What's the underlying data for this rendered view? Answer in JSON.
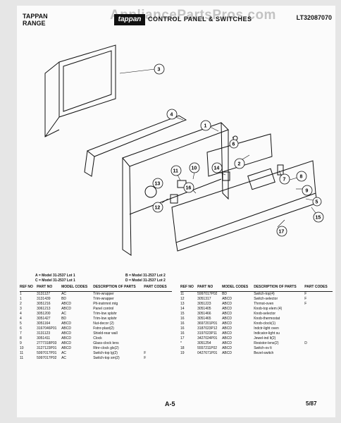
{
  "header": {
    "brand": "TAPPAN RANGE",
    "logo_text": "tappan",
    "title": "CONTROL PANEL & SWITCHES",
    "model_number": "LT32087070",
    "watermark": "AppliancePartsPros.com"
  },
  "diagram": {
    "callouts": [
      "3",
      "4",
      "1",
      "6",
      "2",
      "13",
      "11",
      "10",
      "14",
      "7",
      "8",
      "9",
      "5",
      "15",
      "17",
      "12",
      "16"
    ]
  },
  "legend": [
    "A = Model 31-2537 Lot 1",
    "B = Model 31-2537 Lot 2",
    "C = Model 31-2537 Lot 1",
    "D = Model 31-2537 Lot 2"
  ],
  "table_headers": [
    "REF NO",
    "PART NO",
    "MODEL CODES",
    "DESCRIPTION OF PARTS",
    "PART CODES"
  ],
  "parts_left": [
    {
      "ref": "1",
      "part": "3131127",
      "model": "AC",
      "desc": "Trim-wrapper",
      "code": ""
    },
    {
      "ref": "1",
      "part": "3131439",
      "model": "BD",
      "desc": "Trim-wrapper",
      "code": ""
    },
    {
      "ref": "2",
      "part": "3051216",
      "model": "ABCD",
      "desc": "Plt-instrmnt mtg",
      "code": ""
    },
    {
      "ref": "3",
      "part": "3061213",
      "model": "ABCD",
      "desc": "Panel control",
      "code": ""
    },
    {
      "ref": "4",
      "part": "3051200",
      "model": "AC",
      "desc": "Trim-low splshr",
      "code": ""
    },
    {
      "ref": "4",
      "part": "3051427",
      "model": "BD",
      "desc": "Trim-low splshr",
      "code": ""
    },
    {
      "ref": "5",
      "part": "3051164",
      "model": "ABCD",
      "desc": "Nut-decor (2)",
      "code": ""
    },
    {
      "ref": "6",
      "part": "3167046P01",
      "model": "ABCD",
      "desc": "Fstnr-plast(2)",
      "code": ""
    },
    {
      "ref": "7",
      "part": "3131123",
      "model": "ABCD",
      "desc": "Shield-rear wall",
      "code": ""
    },
    {
      "ref": "8",
      "part": "3051411",
      "model": "ABCD",
      "desc": "Clock",
      "code": ""
    },
    {
      "ref": "9",
      "part": "2777318P03",
      "model": "ABCD",
      "desc": "Glass-clock lens",
      "code": ""
    },
    {
      "ref": "10",
      "part": "3127123P01",
      "model": "ABCD",
      "desc": "Rtnr-clock gls(2)",
      "code": ""
    },
    {
      "ref": "11",
      "part": "5997017P01",
      "model": "AC",
      "desc": "Switch-top lg(2)",
      "code": "F"
    },
    {
      "ref": "11",
      "part": "5997017P02",
      "model": "AC",
      "desc": "Switch-top sm(2)",
      "code": "F"
    }
  ],
  "parts_right": [
    {
      "ref": "11",
      "part": "5997017P02",
      "model": "BD",
      "desc": "Switch-top(4)",
      "code": "F"
    },
    {
      "ref": "12",
      "part": "3051317",
      "model": "ABCD",
      "desc": "Switch-selector",
      "code": "F"
    },
    {
      "ref": "13",
      "part": "3051223",
      "model": "ABCD",
      "desc": "Thrmst-oven",
      "code": "F"
    },
    {
      "ref": "14",
      "part": "3051405",
      "model": "ABCD",
      "desc": "Knob-top elem (4)",
      "code": ""
    },
    {
      "ref": "15",
      "part": "3051466",
      "model": "ABCD",
      "desc": "Knob-selector",
      "code": ""
    },
    {
      "ref": "16",
      "part": "3051465",
      "model": "ABCD",
      "desc": "Knob-thermostat",
      "code": ""
    },
    {
      "ref": "16",
      "part": "3697201P01",
      "model": "ABCD",
      "desc": "Knob-clock(1)",
      "code": ""
    },
    {
      "ref": "16",
      "part": "3187023P12",
      "model": "ABCD",
      "desc": "Indctr-light oven",
      "code": ""
    },
    {
      "ref": "16",
      "part": "3197023P11",
      "model": "ABCD",
      "desc": "Indicator-light su",
      "code": ""
    },
    {
      "ref": "17",
      "part": "3427024P01",
      "model": "ABCD",
      "desc": "Jewel-ind lt(2)",
      "code": ""
    },
    {
      "ref": "*",
      "part": "3051254",
      "model": "ABCD",
      "desc": "Resistor-lens(2)",
      "code": "D"
    },
    {
      "ref": "18",
      "part": "5557211P02",
      "model": "ABCD",
      "desc": "Switch-ov lt",
      "code": ""
    },
    {
      "ref": "19",
      "part": "0427671P01",
      "model": "ABCD",
      "desc": "Bezel-switch",
      "code": ""
    }
  ],
  "footer": {
    "page": "A-5",
    "date": "5/87"
  }
}
